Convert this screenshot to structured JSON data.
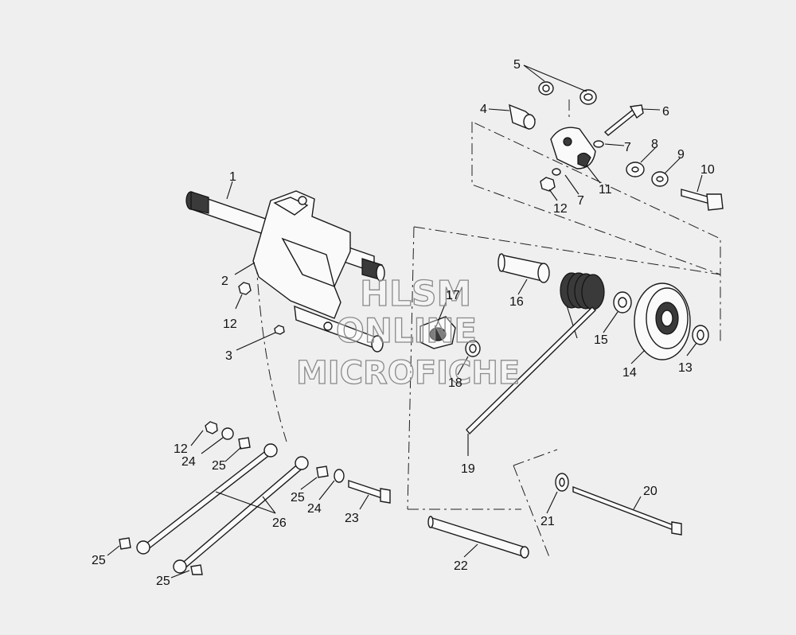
{
  "callouts": [
    "1",
    "2",
    "3",
    "4",
    "5",
    "6",
    "7",
    "8",
    "9",
    "10",
    "11",
    "12",
    "13",
    "14",
    "15",
    "16",
    "17",
    "18",
    "19",
    "20",
    "21",
    "22",
    "23",
    "24",
    "25",
    "26"
  ],
  "callout_extra": {
    "label_7b": "7",
    "label_12b": "12",
    "label_12c": "12",
    "label_24b": "24",
    "label_25b": "25",
    "label_25c": "25",
    "label_25d": "25"
  },
  "watermark": {
    "line1": "HLSM",
    "line2": "ONLINE",
    "line3": "MICROFICHE"
  }
}
